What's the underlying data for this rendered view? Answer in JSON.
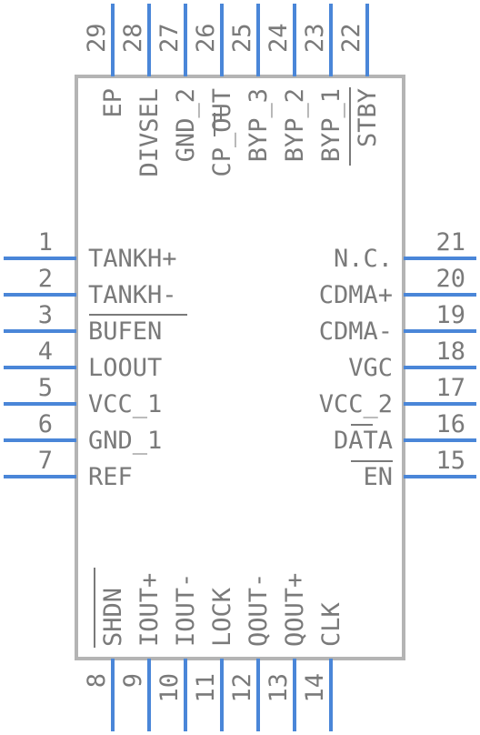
{
  "pins": {
    "left": [
      {
        "num": "1",
        "label": "TANKH+"
      },
      {
        "num": "2",
        "label": "TANKH-"
      },
      {
        "num": "3",
        "label": "BUFEN"
      },
      {
        "num": "4",
        "label": "LOOUT"
      },
      {
        "num": "5",
        "label": "VCC_1"
      },
      {
        "num": "6",
        "label": "GND_1"
      },
      {
        "num": "7",
        "label": "REF"
      }
    ],
    "right": [
      {
        "num": "21",
        "label": "N.C."
      },
      {
        "num": "20",
        "label": "CDMA+"
      },
      {
        "num": "19",
        "label": "CDMA-"
      },
      {
        "num": "18",
        "label": "VGC"
      },
      {
        "num": "17",
        "label": "VCC_2"
      },
      {
        "num": "16",
        "label": "DATA"
      },
      {
        "num": "15",
        "label": "EN"
      }
    ],
    "top": [
      {
        "num": "29",
        "label": "EP"
      },
      {
        "num": "28",
        "label": "DIVSEL"
      },
      {
        "num": "27",
        "label": "GND_2"
      },
      {
        "num": "26",
        "label": "CP_OUT"
      },
      {
        "num": "25",
        "label": "BYP_3"
      },
      {
        "num": "24",
        "label": "BYP_2"
      },
      {
        "num": "23",
        "label": "BYP_1"
      },
      {
        "num": "22",
        "label": "STBY"
      }
    ],
    "bottom": [
      {
        "num": "8",
        "label": "SHDN"
      },
      {
        "num": "9",
        "label": "IOUT+"
      },
      {
        "num": "10",
        "label": "IOUT-"
      },
      {
        "num": "11",
        "label": "LOCK"
      },
      {
        "num": "12",
        "label": "QOUT-"
      },
      {
        "num": "13",
        "label": "QOUT+"
      },
      {
        "num": "14",
        "label": "CLK"
      }
    ]
  },
  "colors": {
    "pin": "#4a86d8",
    "body": "#b4b4b4",
    "text": "#7a7a7a"
  }
}
